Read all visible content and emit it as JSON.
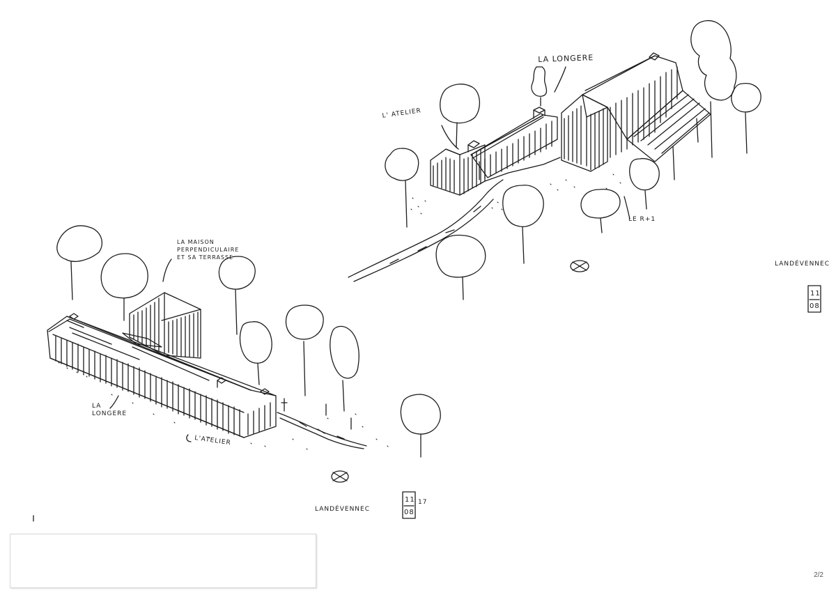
{
  "sketch_top": {
    "label_longere": "LA LONGERE",
    "label_atelier": "L' ATELIER",
    "label_r1": "LE R+1",
    "label_town": "LANDÉVENNEC",
    "date_day": "11",
    "date_month": "08"
  },
  "sketch_bottom": {
    "label_maison": "LA MAISON PERPENDICULAIRE ET SA TERRASSE",
    "label_longere": "LA LONGERE",
    "label_atelier": "L'ATELIER",
    "label_town": "LANDÉVENNEC",
    "date_day": "11",
    "date_month": "08",
    "date_year": "17"
  },
  "page_number": "2/2"
}
